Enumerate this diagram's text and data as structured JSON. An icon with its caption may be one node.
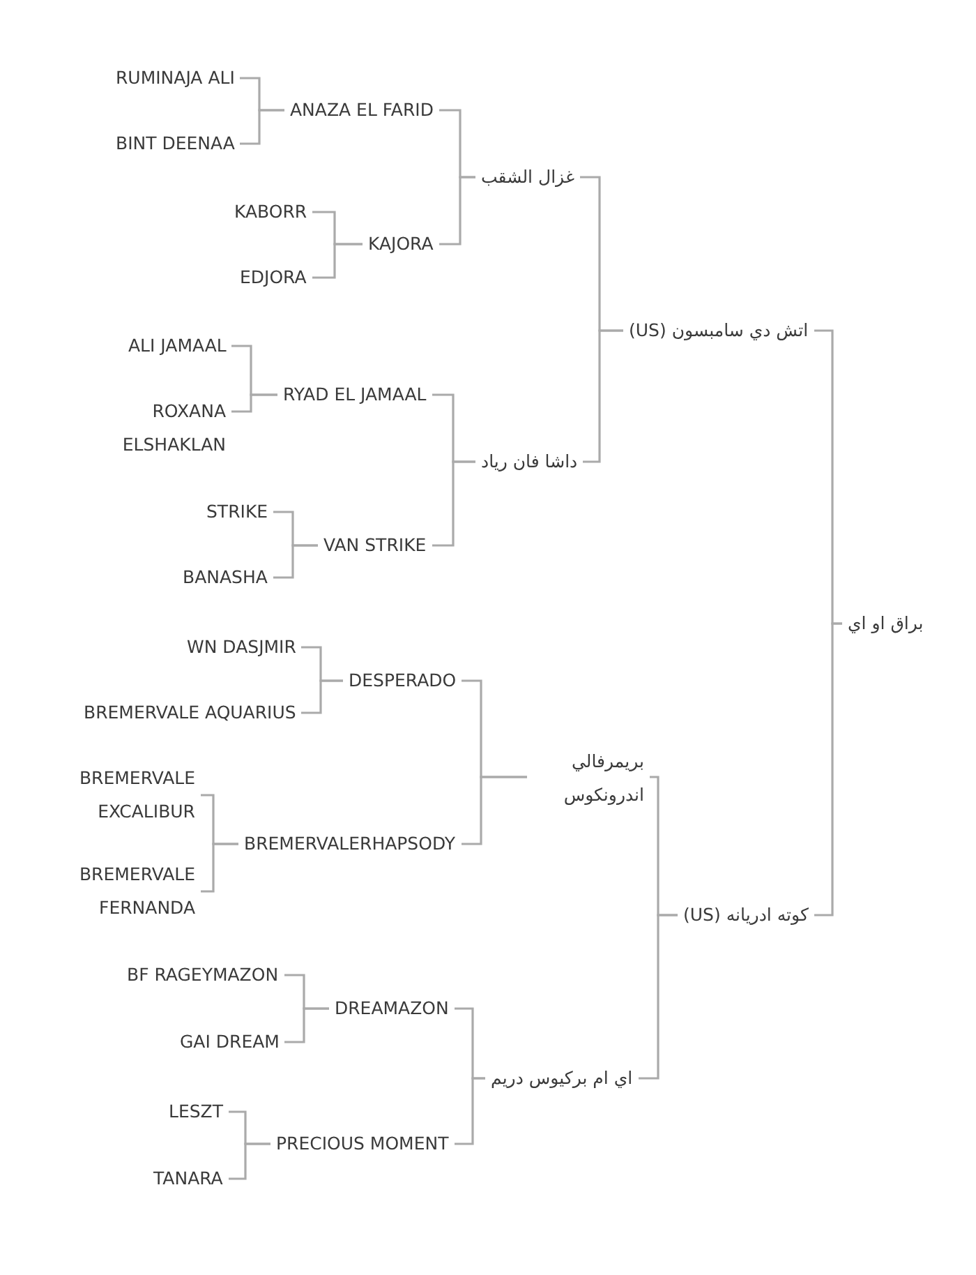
{
  "diagram": {
    "nodes": [
      {
        "text": [
          "RUMINAJA ALI"
        ]
      },
      {
        "text": [
          "ANAZA EL FARID"
        ]
      },
      {
        "text": [
          "BINT DEENAA"
        ]
      },
      {
        "text": [
          "غزال الشقب"
        ]
      },
      {
        "text": [
          "KABORR"
        ]
      },
      {
        "text": [
          "KAJORA"
        ]
      },
      {
        "text": [
          "EDJORA"
        ]
      },
      {
        "text": [
          "اتش دي سامبسون (US)"
        ]
      },
      {
        "text": [
          "ALI JAMAAL"
        ]
      },
      {
        "text": [
          "RYAD EL JAMAAL"
        ]
      },
      {
        "text": [
          "ROXANA ELSHAKLAN"
        ]
      },
      {
        "text": [
          "داشا فان رياد"
        ]
      },
      {
        "text": [
          "STRIKE"
        ]
      },
      {
        "text": [
          "VAN STRIKE"
        ]
      },
      {
        "text": [
          "BANASHA"
        ]
      },
      {
        "text": [
          "براق او اي"
        ]
      },
      {
        "text": [
          "WN DASJMIR"
        ]
      },
      {
        "text": [
          "DESPERADO"
        ]
      },
      {
        "text": [
          "BREMERVALE AQUARIUS"
        ]
      },
      {
        "text": [
          "بريمرفالي اندرونكوس"
        ]
      },
      {
        "text": [
          "BREMERVALE EXCALIBUR"
        ]
      },
      {
        "text": [
          "BREMERVALERHAPSODY"
        ]
      },
      {
        "text": [
          "BREMERVALE FERNANDA"
        ]
      },
      {
        "text": [
          "كوته ادريانه (US)"
        ]
      },
      {
        "text": [
          "BF RAGEYMAZON"
        ]
      },
      {
        "text": [
          "DREAMAZON"
        ]
      },
      {
        "text": [
          "GAI DREAM"
        ]
      },
      {
        "text": [
          "اي ام بركيوس دريم"
        ]
      },
      {
        "text": [
          "LESZT"
        ]
      },
      {
        "text": [
          "PRECIOUS MOMENT"
        ]
      },
      {
        "text": [
          "TANARA"
        ]
      }
    ],
    "edges": [
      {
        "from": 1,
        "to": 0,
        "arrow": "none"
      },
      {
        "from": 1,
        "to": 2,
        "arrow": "none"
      },
      {
        "from": 3,
        "to": 1,
        "arrow": "none"
      },
      {
        "from": 3,
        "to": 5,
        "arrow": "none"
      },
      {
        "from": 5,
        "to": 4,
        "arrow": "none"
      },
      {
        "from": 5,
        "to": 6,
        "arrow": "none"
      },
      {
        "from": 7,
        "to": 3,
        "arrow": "none"
      },
      {
        "from": 7,
        "to": 11,
        "arrow": "none"
      },
      {
        "from": 9,
        "to": 8,
        "arrow": "none"
      },
      {
        "from": 9,
        "to": 10,
        "arrow": "none"
      },
      {
        "from": 11,
        "to": 9,
        "arrow": "none"
      },
      {
        "from": 11,
        "to": 13,
        "arrow": "none"
      },
      {
        "from": 13,
        "to": 12,
        "arrow": "none"
      },
      {
        "from": 13,
        "to": 14,
        "arrow": "none"
      },
      {
        "from": 15,
        "to": 7,
        "arrow": "none"
      },
      {
        "from": 15,
        "to": 23,
        "arrow": "none"
      },
      {
        "from": 17,
        "to": 16,
        "arrow": "none"
      },
      {
        "from": 17,
        "to": 18,
        "arrow": "none"
      },
      {
        "from": 19,
        "to": 17,
        "arrow": "none"
      },
      {
        "from": 19,
        "to": 21,
        "arrow": "none"
      },
      {
        "from": 21,
        "to": 20,
        "arrow": "none"
      },
      {
        "from": 21,
        "to": 22,
        "arrow": "none"
      },
      {
        "from": 23,
        "to": 19,
        "arrow": "none"
      },
      {
        "from": 23,
        "to": 27,
        "arrow": "none"
      },
      {
        "from": 25,
        "to": 24,
        "arrow": "none"
      },
      {
        "from": 25,
        "to": 26,
        "arrow": "none"
      },
      {
        "from": 27,
        "to": 25,
        "arrow": "none"
      },
      {
        "from": 27,
        "to": 29,
        "arrow": "none"
      },
      {
        "from": 29,
        "to": 28,
        "arrow": "none"
      },
      {
        "from": 29,
        "to": 30,
        "arrow": "none"
      }
    ]
  }
}
